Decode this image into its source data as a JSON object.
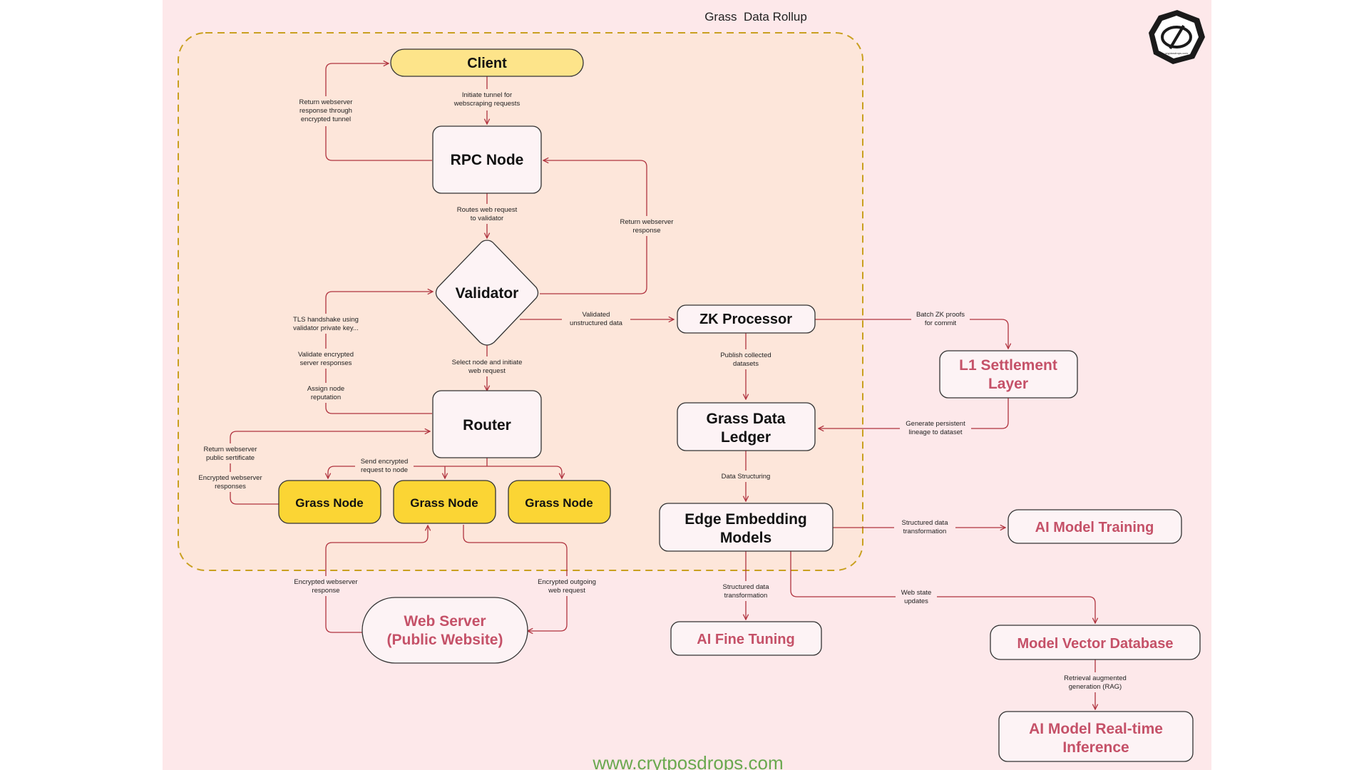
{
  "title": "Grass  Data Rollup",
  "website": "www.crytposdrops.com",
  "logo": {
    "icon": "cryptosdrops-logo-icon",
    "caption": "cryptosdrops.com"
  },
  "colors": {
    "background": "#fde8ea",
    "yellow_node": "#fbd534",
    "client_node": "#fde48a",
    "node_fill": "#fdf3f5",
    "external_text": "#c55168",
    "dashed_border": "#c9a020",
    "website_text": "#6aa84f"
  },
  "nodes": {
    "client": "Client",
    "rpc": "RPC Node",
    "validator": "Validator",
    "router": "Router",
    "grass1": "Grass Node",
    "grass2": "Grass Node",
    "grass3": "Grass Node",
    "webserver_1": "Web Server",
    "webserver_2": "(Public Website)",
    "zk": "ZK Processor",
    "ledger_1": "Grass Data",
    "ledger_2": "Ledger",
    "l1_1": "L1 Settlement",
    "l1_2": "Layer",
    "edge_1": "Edge Embedding",
    "edge_2": "Models",
    "training": "AI Model Training",
    "finetune": "AI Fine Tuning",
    "vectordb": "Model Vector Database",
    "inference_1": "AI Model Real-time",
    "inference_2": "Inference"
  },
  "edges": {
    "initiate_tunnel": [
      "Initiate tunnel for",
      "webscraping requests"
    ],
    "return_encrypted": [
      "Return webserver",
      "response through",
      "encrypted tunnel"
    ],
    "routes_request": [
      "Routes web request",
      "to validator"
    ],
    "return_response": [
      "Return webserver",
      "response"
    ],
    "tls_handshake": [
      "TLS handshake using",
      "validator private key..."
    ],
    "validate_encrypted": [
      "Validate encrypted",
      "server responses"
    ],
    "assign_reputation": [
      "Assign node",
      "reputation"
    ],
    "select_node": [
      "Select node and initiate",
      "web request"
    ],
    "validated_data": [
      "Validated",
      "unstructured data"
    ],
    "return_certificate": [
      "Return webserver",
      "public sertificate"
    ],
    "encrypted_responses": [
      "Encrypted webserver",
      "responses"
    ],
    "send_encrypted": [
      "Send encrypted",
      "request to node"
    ],
    "encrypted_ws_response": [
      "Encrypted webserver",
      "response"
    ],
    "encrypted_outgoing": [
      "Encrypted outgoing",
      "web request"
    ],
    "batch_zk": [
      "Batch ZK proofs",
      "for commit"
    ],
    "publish_datasets": [
      "Publish collected",
      "datasets"
    ],
    "generate_lineage": [
      "Generate persistent",
      "lineage to dataset"
    ],
    "data_structuring": [
      "Data Structuring"
    ],
    "structured_training": [
      "Structured data",
      "transformation"
    ],
    "structured_finetune": [
      "Structured data",
      "transformation"
    ],
    "web_state": [
      "Web state",
      "updates"
    ],
    "rag": [
      "Retrieval augmented",
      "generation (RAG)"
    ]
  }
}
